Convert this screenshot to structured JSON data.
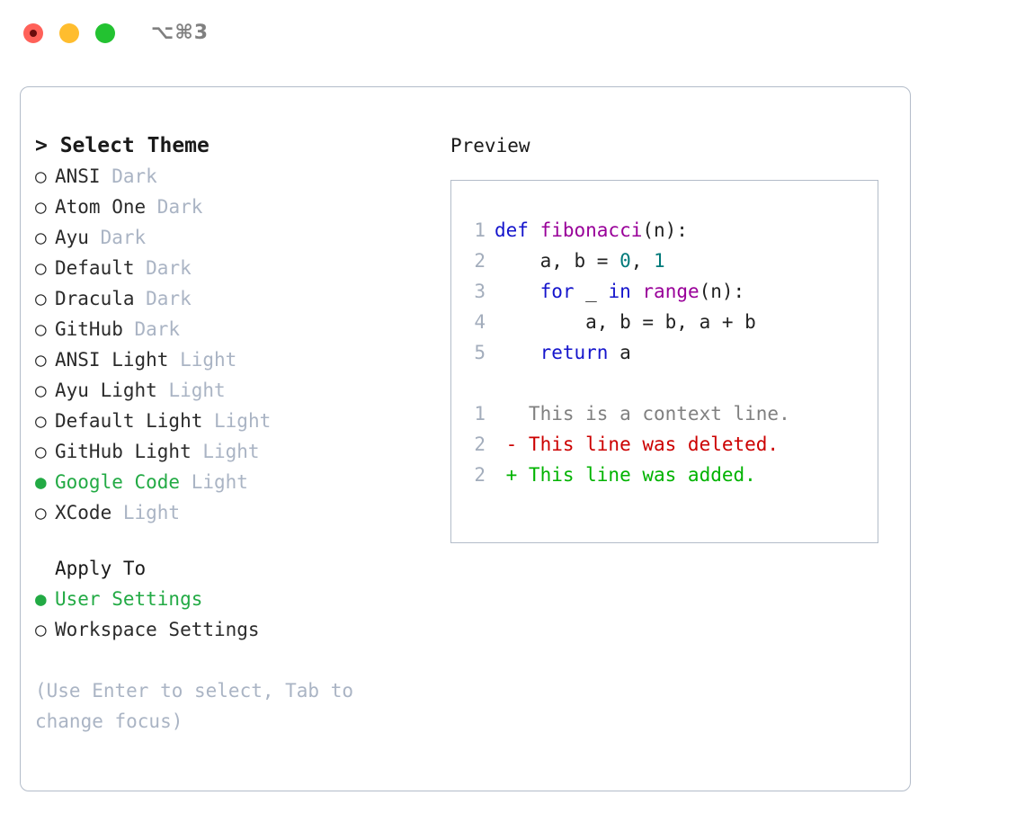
{
  "titlebar": {
    "shortcut": "⌥⌘3",
    "buttons": [
      "close",
      "minimize",
      "maximize"
    ]
  },
  "theme_picker": {
    "heading": "> Select Theme",
    "caret": ">",
    "heading_label": "Select Theme",
    "bullet_selected": "●",
    "bullet_unselected": "○",
    "accent_color": "#22aa44",
    "tag_color": "#aab4c4",
    "options": [
      {
        "label": "ANSI",
        "tag": "Dark",
        "selected": false
      },
      {
        "label": "Atom One",
        "tag": "Dark",
        "selected": false
      },
      {
        "label": "Ayu",
        "tag": "Dark",
        "selected": false
      },
      {
        "label": "Default",
        "tag": "Dark",
        "selected": false
      },
      {
        "label": "Dracula",
        "tag": "Dark",
        "selected": false
      },
      {
        "label": "GitHub",
        "tag": "Dark",
        "selected": false
      },
      {
        "label": "ANSI Light",
        "tag": "Light",
        "selected": false
      },
      {
        "label": "Ayu Light",
        "tag": "Light",
        "selected": false
      },
      {
        "label": "Default Light",
        "tag": "Light",
        "selected": false
      },
      {
        "label": "GitHub Light",
        "tag": "Light",
        "selected": false
      },
      {
        "label": "Google Code",
        "tag": "Light",
        "selected": true
      },
      {
        "label": "XCode",
        "tag": "Light",
        "selected": false
      }
    ]
  },
  "apply_to": {
    "heading": "Apply To",
    "options": [
      {
        "label": "User Settings",
        "selected": true
      },
      {
        "label": "Workspace Settings",
        "selected": false
      }
    ]
  },
  "hint": "(Use Enter to select, Tab to change focus)",
  "preview": {
    "title": "Preview",
    "code_lines": [
      {
        "number": "1",
        "tokens": [
          {
            "text": "def ",
            "type": "kw"
          },
          {
            "text": "fibonacci",
            "type": "fn"
          },
          {
            "text": "(n):",
            "type": "pl"
          }
        ]
      },
      {
        "number": "2",
        "tokens": [
          {
            "text": "    a, b = ",
            "type": "pl"
          },
          {
            "text": "0",
            "type": "num"
          },
          {
            "text": ", ",
            "type": "pl"
          },
          {
            "text": "1",
            "type": "num"
          }
        ]
      },
      {
        "number": "3",
        "tokens": [
          {
            "text": "    ",
            "type": "pl"
          },
          {
            "text": "for",
            "type": "kw"
          },
          {
            "text": " _ ",
            "type": "pl"
          },
          {
            "text": "in",
            "type": "kw"
          },
          {
            "text": " ",
            "type": "pl"
          },
          {
            "text": "range",
            "type": "fn"
          },
          {
            "text": "(n):",
            "type": "pl"
          }
        ]
      },
      {
        "number": "4",
        "tokens": [
          {
            "text": "        a, b = b, a + b",
            "type": "pl"
          }
        ]
      },
      {
        "number": "5",
        "tokens": [
          {
            "text": "    ",
            "type": "pl"
          },
          {
            "text": "return",
            "type": "kw"
          },
          {
            "text": " a",
            "type": "pl"
          }
        ]
      }
    ],
    "diff_lines": [
      {
        "number": "1",
        "marker": " ",
        "text": "This is a context line.",
        "kind": "context"
      },
      {
        "number": "2",
        "marker": "-",
        "text": "This line was deleted.",
        "kind": "deleted"
      },
      {
        "number": "2",
        "marker": "+",
        "text": "This line was added.",
        "kind": "added"
      }
    ],
    "diff_colors": {
      "context": "#808080",
      "deleted": "#cc0000",
      "added": "#00b300"
    }
  }
}
